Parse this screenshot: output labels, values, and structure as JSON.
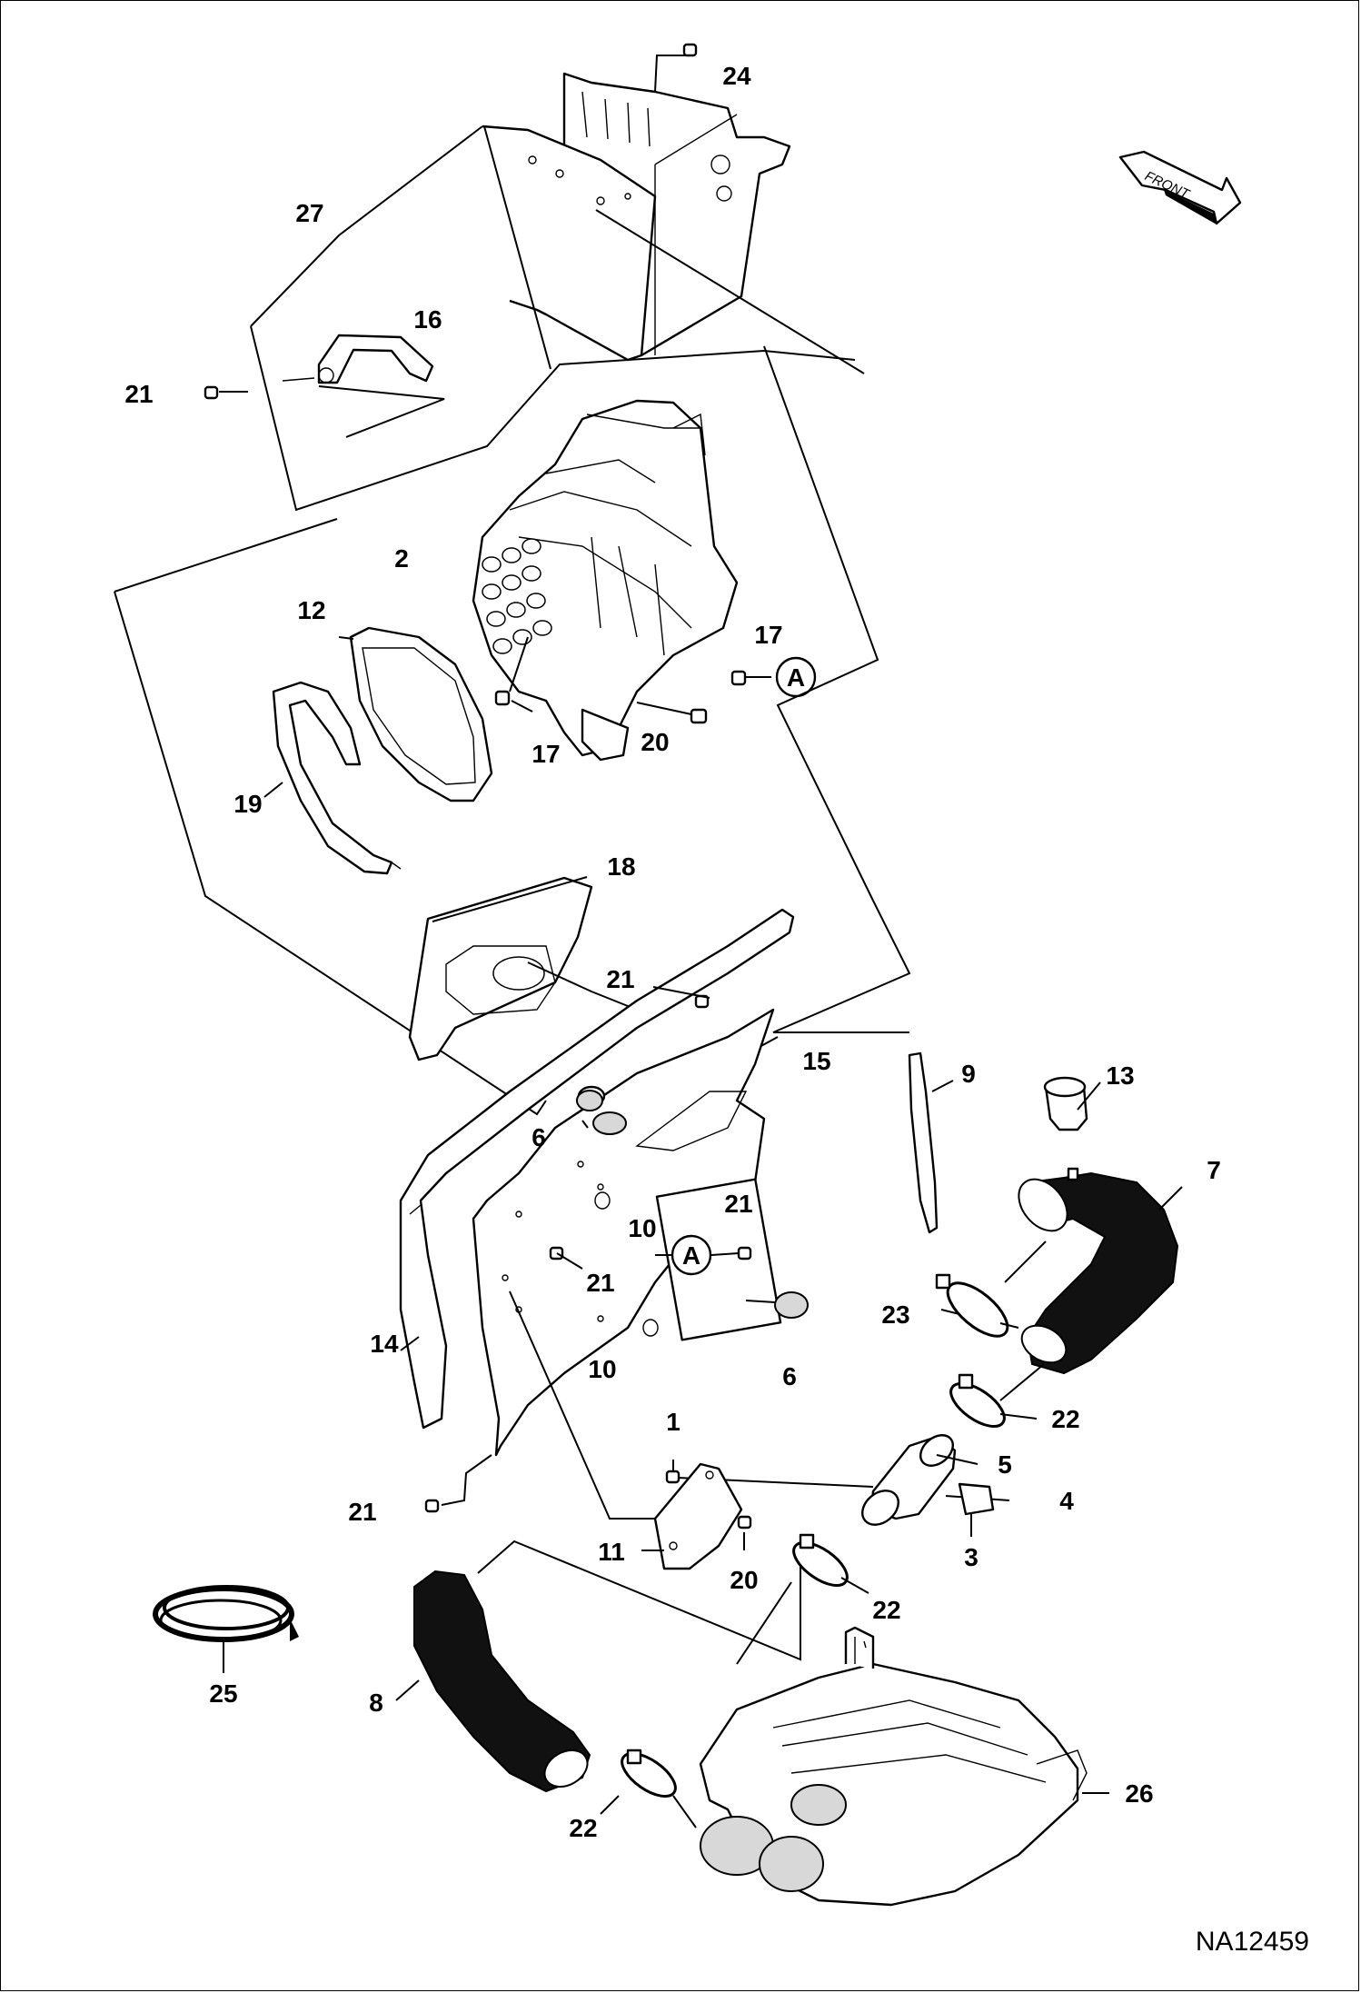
{
  "drawing_code": "NA12459",
  "front_arrow_text": "FRONT",
  "ref_circle": "A",
  "labels": {
    "l24": "24",
    "l27": "27",
    "l16": "16",
    "l21a": "21",
    "l2": "2",
    "l12": "12",
    "l17a": "17",
    "l17b": "17",
    "l20a": "20",
    "l19": "19",
    "l18": "18",
    "l21b": "21",
    "l15": "15",
    "l9": "9",
    "l13": "13",
    "l6a": "6",
    "l7": "7",
    "l10a": "10",
    "l21c": "21",
    "l21d": "21",
    "l23": "23",
    "l14": "14",
    "l10b": "10",
    "l6b": "6",
    "l22a": "22",
    "l1": "1",
    "l5": "5",
    "l4": "4",
    "l3": "3",
    "l21e": "21",
    "l11": "11",
    "l20b": "20",
    "l22b": "22",
    "l25": "25",
    "l8": "8",
    "l26": "26",
    "l22c": "22"
  }
}
